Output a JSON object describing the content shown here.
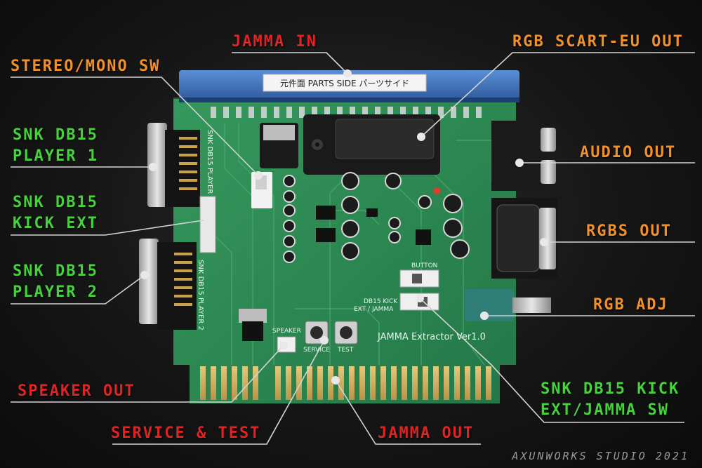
{
  "labels": {
    "jamma_in": "JAMMA IN",
    "rgb_scart_eu_out": "RGB SCART-EU OUT",
    "stereo_mono_sw": "STEREO/MONO SW",
    "snk_db15_player1": "SNK DB15\nPLAYER 1",
    "snk_db15_kick_ext": "SNK DB15\nKICK EXT",
    "snk_db15_player2": "SNK DB15\nPLAYER 2",
    "audio_out": "AUDIO OUT",
    "rgbs_out": "RGBS OUT",
    "rgb_adj": "RGB ADJ",
    "speaker_out": "SPEAKER OUT",
    "service_test": "SERVICE & TEST",
    "jamma_out": "JAMMA OUT",
    "snk_db15_kick_ext_jamma_sw": "SNK DB15 KICK\nEXT/JAMMA SW"
  },
  "board": {
    "sticker": "元件面  PARTS SIDE  パーツサイド",
    "title": "JAMMA Extractor Ver1.0",
    "side_player1": "SNK DB15 PLAYER 1",
    "side_player2": "SNK DB15 PLAYER 2",
    "speaker": "SPEAKER",
    "service": "SERVICE",
    "test": "TEST",
    "kick_sw_line1": "DB15 KICK",
    "kick_sw_line2": "EXT / JAMMA",
    "button": "BUTTON"
  },
  "watermark": "AXUNWORKS STUDIO 2021",
  "colors": {
    "red_label": "#e02424",
    "orange_label": "#f2902a",
    "green_label": "#46d23c",
    "pcb": "#2c8a52",
    "edge_connector": "#3d6fb8",
    "gold_fingers": "#d8b86a"
  }
}
